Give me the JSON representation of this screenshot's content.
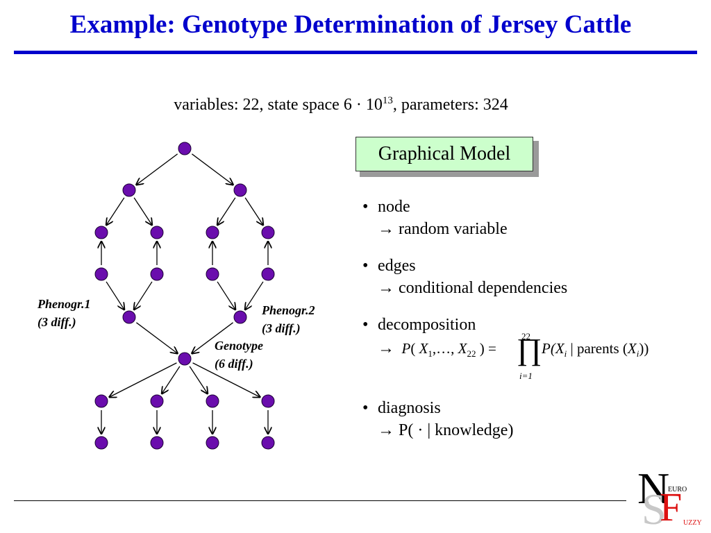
{
  "title": "Example: Genotype Determination of Jersey Cattle",
  "subtitle": {
    "prefix": "variables: 22, state space 6 · 10",
    "exponent": "13",
    "suffix": ", parameters: 324"
  },
  "diagram": {
    "node_color": "#6a0dad",
    "labels": {
      "phenogr1_line1": "Phenogr.1",
      "phenogr1_line2": "(3 diff.)",
      "phenogr2_line1": "Phenogr.2",
      "phenogr2_line2": "(3 diff.)",
      "genotype_line1": "Genotype",
      "genotype_line2": "(6 diff.)"
    }
  },
  "model_box": {
    "label": "Graphical Model",
    "fill": "#ccffcc"
  },
  "bullets": [
    {
      "marker": "•",
      "head": "node",
      "sub": "→ random variable"
    },
    {
      "marker": "•",
      "head": "edges",
      "sub": "→ conditional dependencies"
    },
    {
      "marker": "•",
      "head": "decomposition",
      "sub": ""
    },
    {
      "marker": "•",
      "head": "diagnosis",
      "sub": "→ P( · | knowledge)"
    }
  ],
  "formula": {
    "arrow": "→",
    "lhs_open": "P",
    "lhs_var": "X",
    "lhs_first_idx": "1",
    "lhs_ellipsis": ",…,",
    "lhs_last_idx": "22",
    "equals": ") =",
    "prod_symbol": "∏",
    "prod_upper": "22",
    "prod_lower": "i=1",
    "rhs_open": "P(",
    "rhs_var": "X",
    "rhs_idx": "i",
    "rhs_given": "| parents (",
    "rhs_close": "))"
  },
  "logo": {
    "big_n": "N",
    "big_s": "S",
    "big_f": "F",
    "euro": "EURO",
    "uzzy": "UZZY",
    "colors": {
      "n": "#000000",
      "s": "#c8c8c8",
      "f": "#dd1111"
    }
  }
}
